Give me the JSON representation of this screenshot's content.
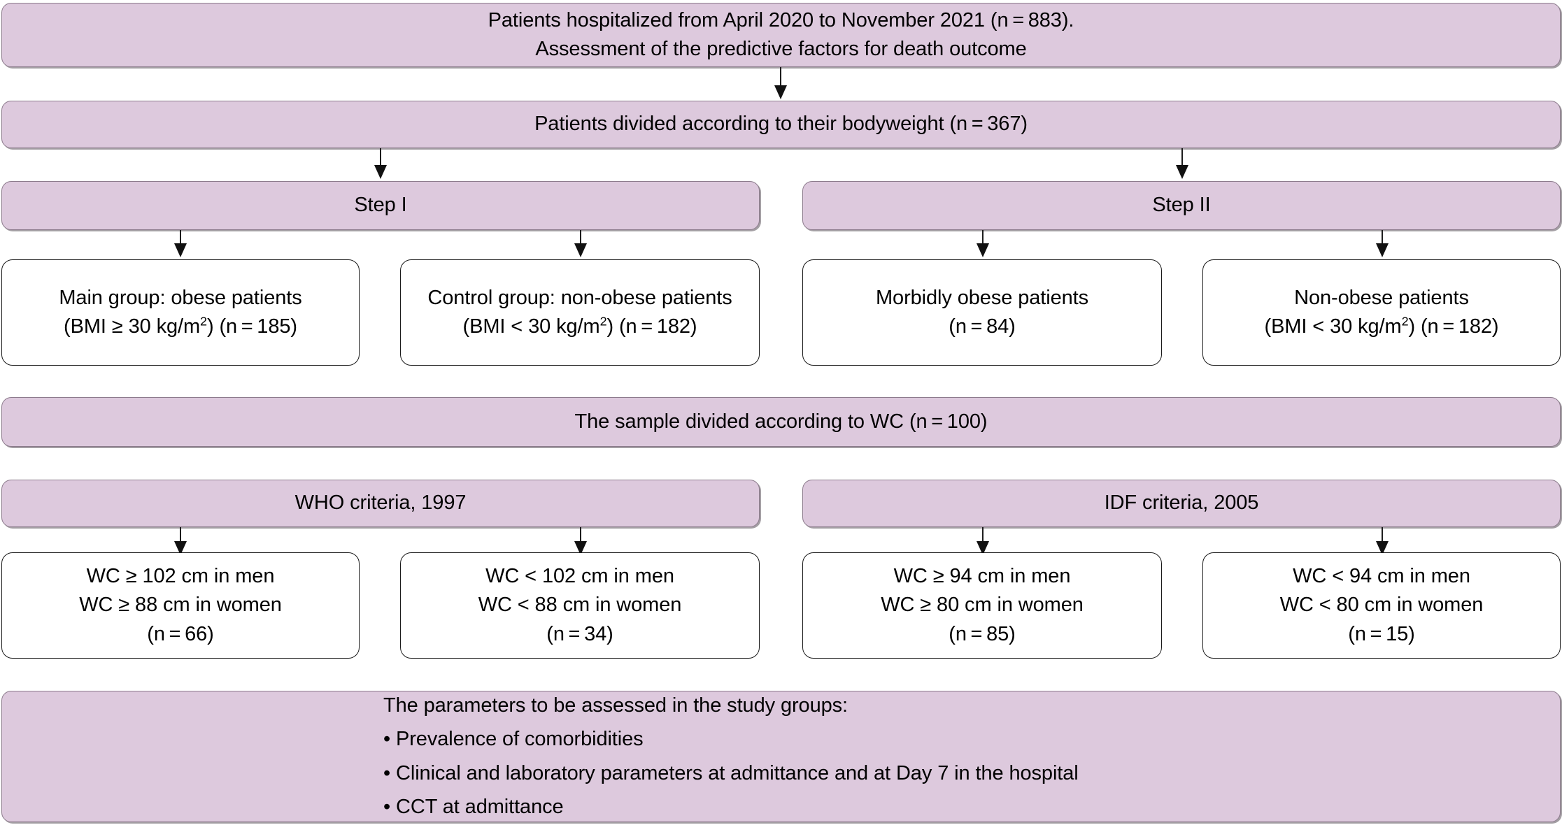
{
  "diagram": {
    "title": "Study flowchart of patient selection and assessment",
    "colors": {
      "filled_box_fill": "#ddc9dd",
      "filled_box_border": "#8c7b8c",
      "outline_box_border": "#1a1a1a",
      "connector": "#1d1d1d",
      "background": "#ffffff",
      "text": "#000000"
    },
    "nodes": {
      "cohort": {
        "line1": "Patients hospitalized from April 2020 to November 2021 (n = 883).",
        "line2": "Assessment of the predictive factors for death outcome"
      },
      "divided_bodyweight": {
        "line1": "Patients divided according to their bodyweight (n = 367)"
      },
      "step1_header": {
        "label": "Step I"
      },
      "step2_header": {
        "label": "Step II"
      },
      "main_group": {
        "line1": "Main group: obese patients",
        "line2_pre": "(BMI ≥ 30 kg/m",
        "line2_sup": "2",
        "line2_post": ") (n = 185)"
      },
      "control_group": {
        "line1": "Control group: non-obese patients",
        "line2_pre": "(BMI < 30 kg/m",
        "line2_sup": "2",
        "line2_post": ") (n = 182)"
      },
      "morbidly_obese": {
        "line1": "Morbidly obese patients",
        "line2": "(n = 84)"
      },
      "non_obese": {
        "line1": "Non-obese patients",
        "line2_pre": "(BMI < 30 kg/m",
        "line2_sup": "2",
        "line2_post": ") (n = 182)"
      },
      "divided_wc": {
        "line1": "The sample divided according to WC (n = 100)"
      },
      "who_header": {
        "label": "WHO criteria, 1997"
      },
      "idf_header": {
        "label": "IDF criteria, 2005"
      },
      "who_high": {
        "line1": "WC ≥ 102 cm in men",
        "line2": "WC ≥ 88 cm in women",
        "line3": "(n = 66)"
      },
      "who_low": {
        "line1": "WC < 102 cm in men",
        "line2": "WC < 88 cm in women",
        "line3": "(n = 34)"
      },
      "idf_high": {
        "line1": "WC ≥ 94 cm in men",
        "line2": "WC ≥ 80 cm in women",
        "line3": "(n = 85)"
      },
      "idf_low": {
        "line1": "WC < 94 cm in men",
        "line2": "WC < 80 cm in women",
        "line3": "(n = 15)"
      },
      "assessment": {
        "heading": "The parameters to be assessed in the study groups:",
        "bullet1": "• Prevalence of comorbidities",
        "bullet2": "• Clinical and laboratory parameters at admittance and at Day 7 in the hospital",
        "bullet3": "• CCT at admittance"
      }
    }
  }
}
